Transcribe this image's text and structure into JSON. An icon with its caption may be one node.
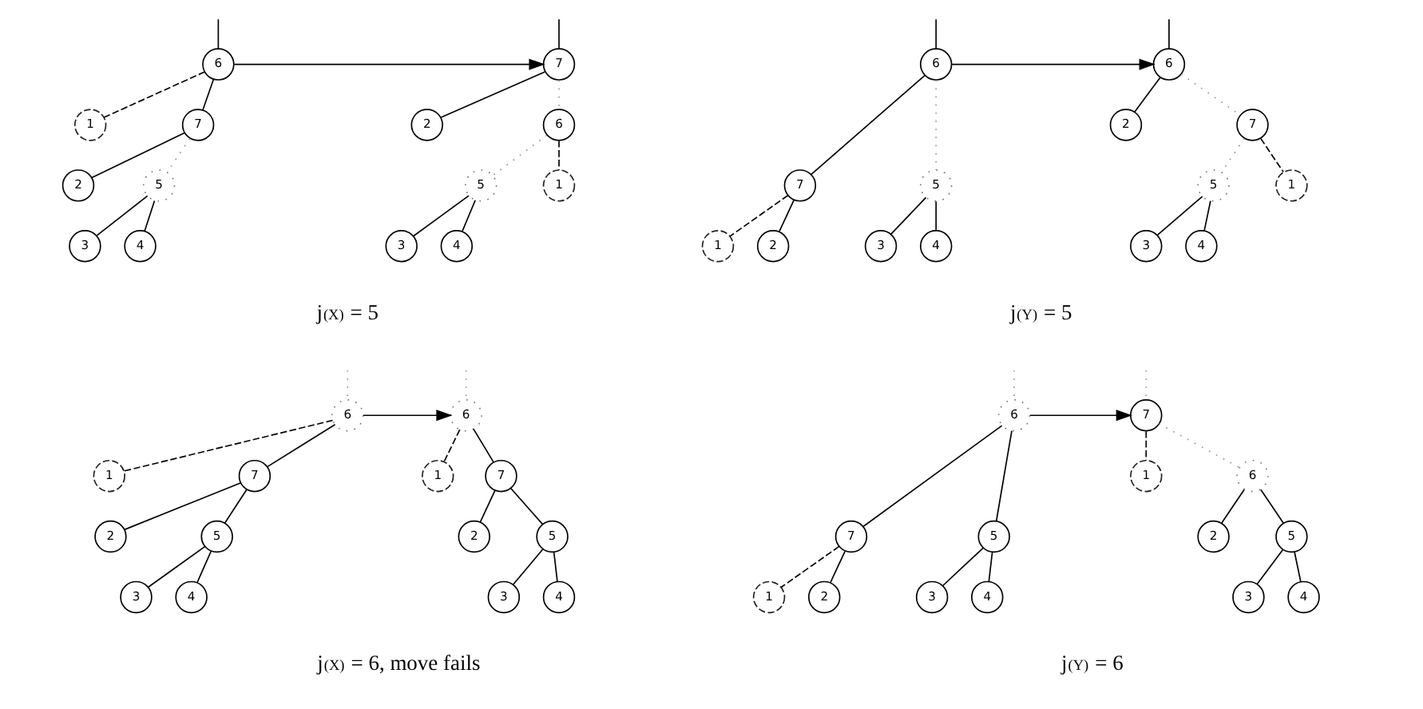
{
  "diagram": {
    "nodes": [
      {
        "text": [
          "6"
        ]
      },
      {
        "text": [
          "1"
        ]
      },
      {
        "text": [
          "7"
        ]
      },
      {
        "text": [
          "2"
        ]
      },
      {
        "text": [
          "5"
        ]
      },
      {
        "text": [
          "3"
        ]
      },
      {
        "text": [
          "4"
        ]
      },
      {
        "text": [
          "7"
        ]
      },
      {
        "text": [
          "2"
        ]
      },
      {
        "text": [
          "6"
        ]
      },
      {
        "text": [
          "5"
        ]
      },
      {
        "text": [
          "3"
        ]
      },
      {
        "text": [
          "4"
        ]
      },
      {
        "text": [
          "1"
        ]
      },
      {
        "text": [
          "6"
        ]
      },
      {
        "text": [
          "7"
        ]
      },
      {
        "text": [
          "1"
        ]
      },
      {
        "text": [
          "2"
        ]
      },
      {
        "text": [
          "5"
        ]
      },
      {
        "text": [
          "3"
        ]
      },
      {
        "text": [
          "4"
        ]
      },
      {
        "text": [
          "6"
        ]
      },
      {
        "text": [
          "2"
        ]
      },
      {
        "text": [
          "7"
        ]
      },
      {
        "text": [
          "5"
        ]
      },
      {
        "text": [
          "3"
        ]
      },
      {
        "text": [
          "4"
        ]
      },
      {
        "text": [
          "1"
        ]
      },
      {
        "text": [
          "6"
        ]
      },
      {
        "text": [
          "1"
        ]
      },
      {
        "text": [
          "7"
        ]
      },
      {
        "text": [
          "2"
        ]
      },
      {
        "text": [
          "5"
        ]
      },
      {
        "text": [
          "3"
        ]
      },
      {
        "text": [
          "4"
        ]
      },
      {
        "text": [
          "6"
        ]
      },
      {
        "text": [
          "1"
        ]
      },
      {
        "text": [
          "7"
        ]
      },
      {
        "text": [
          "2"
        ]
      },
      {
        "text": [
          "5"
        ]
      },
      {
        "text": [
          "3"
        ]
      },
      {
        "text": [
          "4"
        ]
      },
      {
        "text": [
          "6"
        ]
      },
      {
        "text": [
          "7"
        ]
      },
      {
        "text": [
          "1"
        ]
      },
      {
        "text": [
          "2"
        ]
      },
      {
        "text": [
          "5"
        ]
      },
      {
        "text": [
          "3"
        ]
      },
      {
        "text": [
          "4"
        ]
      },
      {
        "text": [
          "7"
        ]
      },
      {
        "text": [
          "1"
        ]
      },
      {
        "text": [
          "6"
        ]
      },
      {
        "text": [
          "2"
        ]
      },
      {
        "text": [
          "5"
        ]
      },
      {
        "text": [
          "3"
        ]
      },
      {
        "text": [
          "4"
        ]
      }
    ],
    "edges": [
      {
        "from": null,
        "to": 0,
        "arrow": "none"
      },
      {
        "from": 0,
        "to": 1,
        "arrow": "none",
        "style": "dashed"
      },
      {
        "from": 0,
        "to": 2,
        "arrow": "none"
      },
      {
        "from": 2,
        "to": 3,
        "arrow": "none"
      },
      {
        "from": 2,
        "to": 4,
        "arrow": "none",
        "style": "dashed",
        "color": "#999999"
      },
      {
        "from": 4,
        "to": 5,
        "arrow": "none"
      },
      {
        "from": 4,
        "to": 6,
        "arrow": "none"
      },
      {
        "from": null,
        "to": 7,
        "arrow": "none"
      },
      {
        "from": 7,
        "to": 8,
        "arrow": "none"
      },
      {
        "from": 7,
        "to": 9,
        "arrow": "none",
        "style": "dashed",
        "color": "#999999"
      },
      {
        "from": 9,
        "to": 10,
        "arrow": "none",
        "style": "dashed",
        "color": "#999999"
      },
      {
        "from": 9,
        "to": 13,
        "arrow": "none",
        "style": "dashed"
      },
      {
        "from": 10,
        "to": 11,
        "arrow": "none"
      },
      {
        "from": 10,
        "to": 12,
        "arrow": "none"
      },
      {
        "from": null,
        "to": 14,
        "arrow": "none"
      },
      {
        "from": 14,
        "to": 15,
        "arrow": "none"
      },
      {
        "from": 14,
        "to": 18,
        "arrow": "none",
        "style": "dashed",
        "color": "#999999"
      },
      {
        "from": 15,
        "to": 16,
        "arrow": "none",
        "style": "dashed"
      },
      {
        "from": 15,
        "to": 17,
        "arrow": "none"
      },
      {
        "from": 18,
        "to": 19,
        "arrow": "none"
      },
      {
        "from": 18,
        "to": 20,
        "arrow": "none"
      },
      {
        "from": null,
        "to": 21,
        "arrow": "none"
      },
      {
        "from": 21,
        "to": 22,
        "arrow": "none"
      },
      {
        "from": 21,
        "to": 23,
        "arrow": "none",
        "style": "dashed",
        "color": "#999999"
      },
      {
        "from": 23,
        "to": 24,
        "arrow": "none",
        "style": "dashed",
        "color": "#999999"
      },
      {
        "from": 23,
        "to": 27,
        "arrow": "none",
        "style": "dashed"
      },
      {
        "from": 24,
        "to": 25,
        "arrow": "none"
      },
      {
        "from": 24,
        "to": 26,
        "arrow": "none"
      },
      {
        "from": null,
        "to": 28,
        "arrow": "none",
        "style": "dashed",
        "color": "#999999"
      },
      {
        "from": 28,
        "to": 29,
        "arrow": "none",
        "style": "dashed"
      },
      {
        "from": 28,
        "to": 30,
        "arrow": "none"
      },
      {
        "from": 30,
        "to": 31,
        "arrow": "none"
      },
      {
        "from": 30,
        "to": 32,
        "arrow": "none"
      },
      {
        "from": 32,
        "to": 33,
        "arrow": "none"
      },
      {
        "from": 32,
        "to": 34,
        "arrow": "none"
      },
      {
        "from": null,
        "to": 35,
        "arrow": "none",
        "style": "dashed",
        "color": "#999999"
      },
      {
        "from": 35,
        "to": 36,
        "arrow": "none",
        "style": "dashed"
      },
      {
        "from": 35,
        "to": 37,
        "arrow": "none"
      },
      {
        "from": 37,
        "to": 38,
        "arrow": "none"
      },
      {
        "from": 37,
        "to": 39,
        "arrow": "none"
      },
      {
        "from": 39,
        "to": 40,
        "arrow": "none"
      },
      {
        "from": 39,
        "to": 41,
        "arrow": "none"
      },
      {
        "from": null,
        "to": 42,
        "arrow": "none",
        "style": "dashed",
        "color": "#999999"
      },
      {
        "from": 42,
        "to": 43,
        "arrow": "none"
      },
      {
        "from": 42,
        "to": 46,
        "arrow": "none"
      },
      {
        "from": 43,
        "to": 44,
        "arrow": "none",
        "style": "dashed"
      },
      {
        "from": 43,
        "to": 45,
        "arrow": "none"
      },
      {
        "from": 46,
        "to": 47,
        "arrow": "none"
      },
      {
        "from": 46,
        "to": 48,
        "arrow": "none"
      },
      {
        "from": null,
        "to": 49,
        "arrow": "none",
        "style": "dashed",
        "color": "#999999"
      },
      {
        "from": 49,
        "to": 50,
        "arrow": "none",
        "style": "dashed"
      },
      {
        "from": 49,
        "to": 51,
        "arrow": "none",
        "style": "dashed",
        "color": "#999999"
      },
      {
        "from": 51,
        "to": 52,
        "arrow": "none"
      },
      {
        "from": 51,
        "to": 53,
        "arrow": "none"
      },
      {
        "from": 53,
        "to": 54,
        "arrow": "none"
      },
      {
        "from": 53,
        "to": 55,
        "arrow": "none"
      },
      {
        "from": 0,
        "to": 7,
        "arrow": "to"
      },
      {
        "from": 14,
        "to": 21,
        "arrow": "to"
      },
      {
        "from": 28,
        "to": 35,
        "arrow": "to"
      },
      {
        "from": 42,
        "to": 49,
        "arrow": "to"
      }
    ],
    "labels": [
      "j$^{(X)}$ = 5",
      "j$^{(Y)}$ = 5",
      "j$^{(X)}$ = 6, move fails",
      "j$^{(Y)}$ = 6"
    ]
  }
}
